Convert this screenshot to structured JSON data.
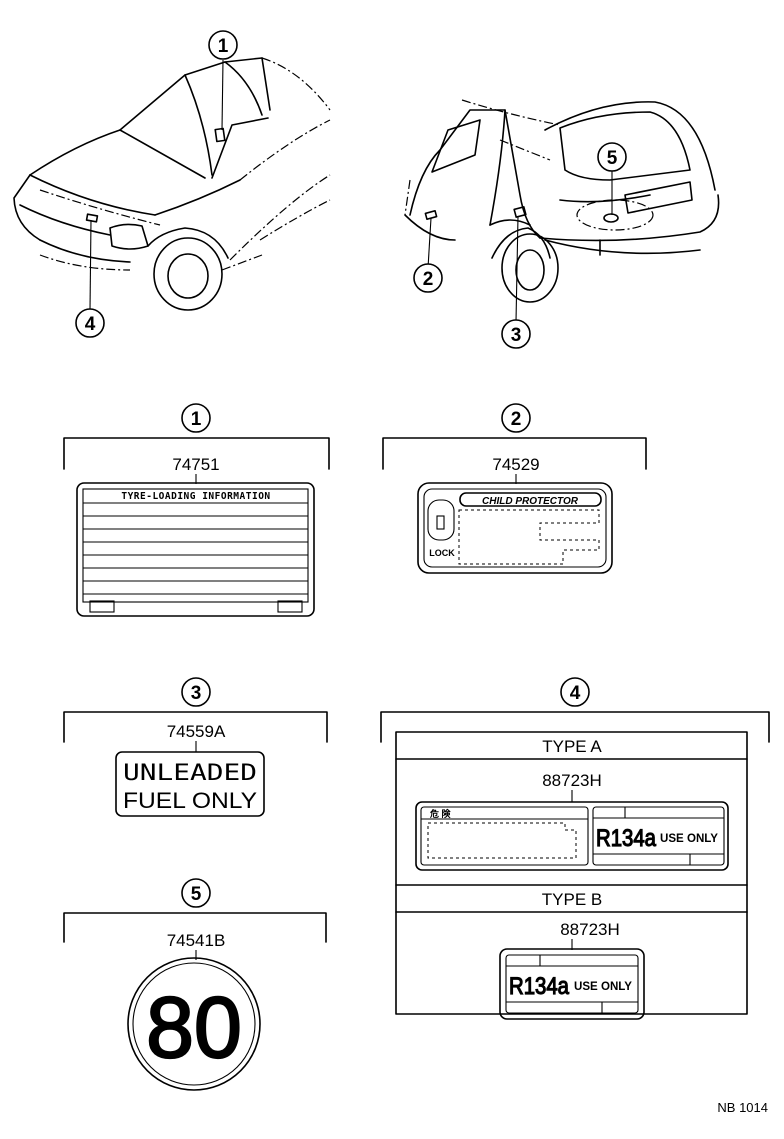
{
  "callouts": {
    "front_visor": "1",
    "rear_door": "2",
    "fuel_lid": "3",
    "hood": "4",
    "rear_bumper": "5"
  },
  "parts": {
    "p1": {
      "number": "74751",
      "label_text": "TYRE-LOADING INFORMATION"
    },
    "p2": {
      "number": "74529",
      "label_title": "CHILD PROTECTOR",
      "lock_text": "LOCK"
    },
    "p3": {
      "number": "74559A",
      "line1": "UNLEADED",
      "line2": "FUEL ONLY"
    },
    "p4": {
      "type_a": {
        "title": "TYPE A",
        "number": "88723H",
        "warn_text": "危 険",
        "refrigerant": "R134a",
        "use_only": "USE ONLY"
      },
      "type_b": {
        "title": "TYPE B",
        "number": "88723H",
        "refrigerant": "R134a",
        "use_only": "USE ONLY"
      }
    },
    "p5": {
      "number": "74541B",
      "value": "80"
    }
  },
  "footer": {
    "code": "NB 1014"
  }
}
